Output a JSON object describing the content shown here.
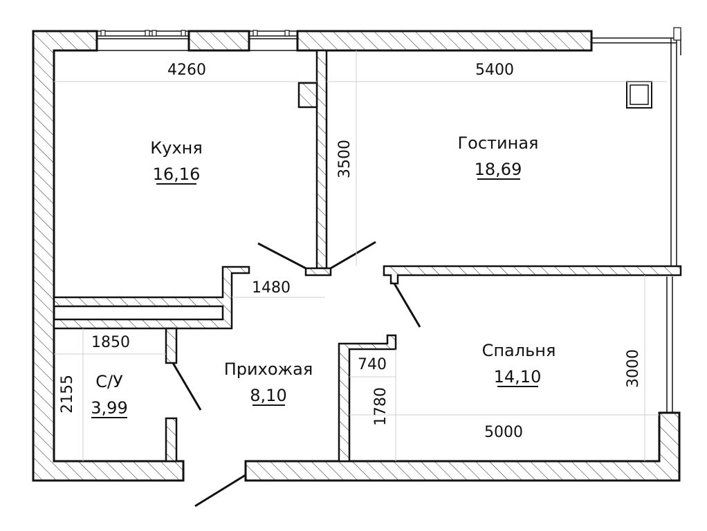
{
  "rooms": [
    {
      "name": "Кухня",
      "area": "16,16"
    },
    {
      "name": "Гостиная",
      "area": "18,69"
    },
    {
      "name": "Спальня",
      "area": "14,10"
    },
    {
      "name": "Прихожая",
      "area": "8,10"
    },
    {
      "name": "С/У",
      "area": "3,99"
    }
  ],
  "dimensions": {
    "kitchen_width": "4260",
    "living_width": "5400",
    "living_depth": "3500",
    "hall_width": "1480",
    "bath_width": "1850",
    "bath_depth": "2155",
    "closet_width": "740",
    "closet_depth": "1780",
    "bedroom_width": "5000",
    "bedroom_depth": "3000"
  }
}
